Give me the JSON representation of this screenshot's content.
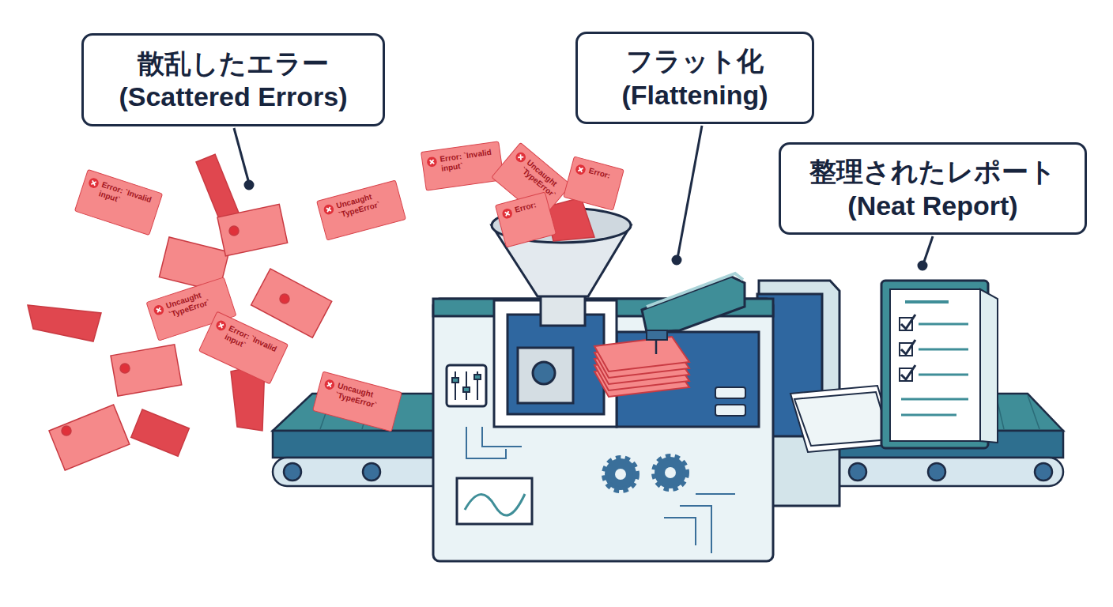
{
  "diagram": {
    "nodes": [
      {
        "text": [
          "散乱したエラー",
          "(Scattered Errors)"
        ]
      },
      {
        "text": [
          "フラット化",
          "(Flattening)"
        ]
      },
      {
        "text": [
          "整理されたレポート",
          "(Neat Report)"
        ]
      },
      {
        "text": [
          "Error: `Invalid input`"
        ]
      },
      {
        "text": [
          "Uncaught `TypeError`"
        ]
      },
      {
        "text": [
          "Uncaught `TypeError`"
        ]
      },
      {
        "text": [
          "Error: `Invalid input`"
        ]
      },
      {
        "text": [
          "Error: `Invalid input`"
        ]
      },
      {
        "text": [
          "Uncaught `TypeError`"
        ]
      },
      {
        "text": [
          "Error:"
        ]
      },
      {
        "text": [
          "Error:"
        ]
      },
      {
        "text": [
          "Uncaught `TypeError`"
        ]
      }
    ]
  }
}
